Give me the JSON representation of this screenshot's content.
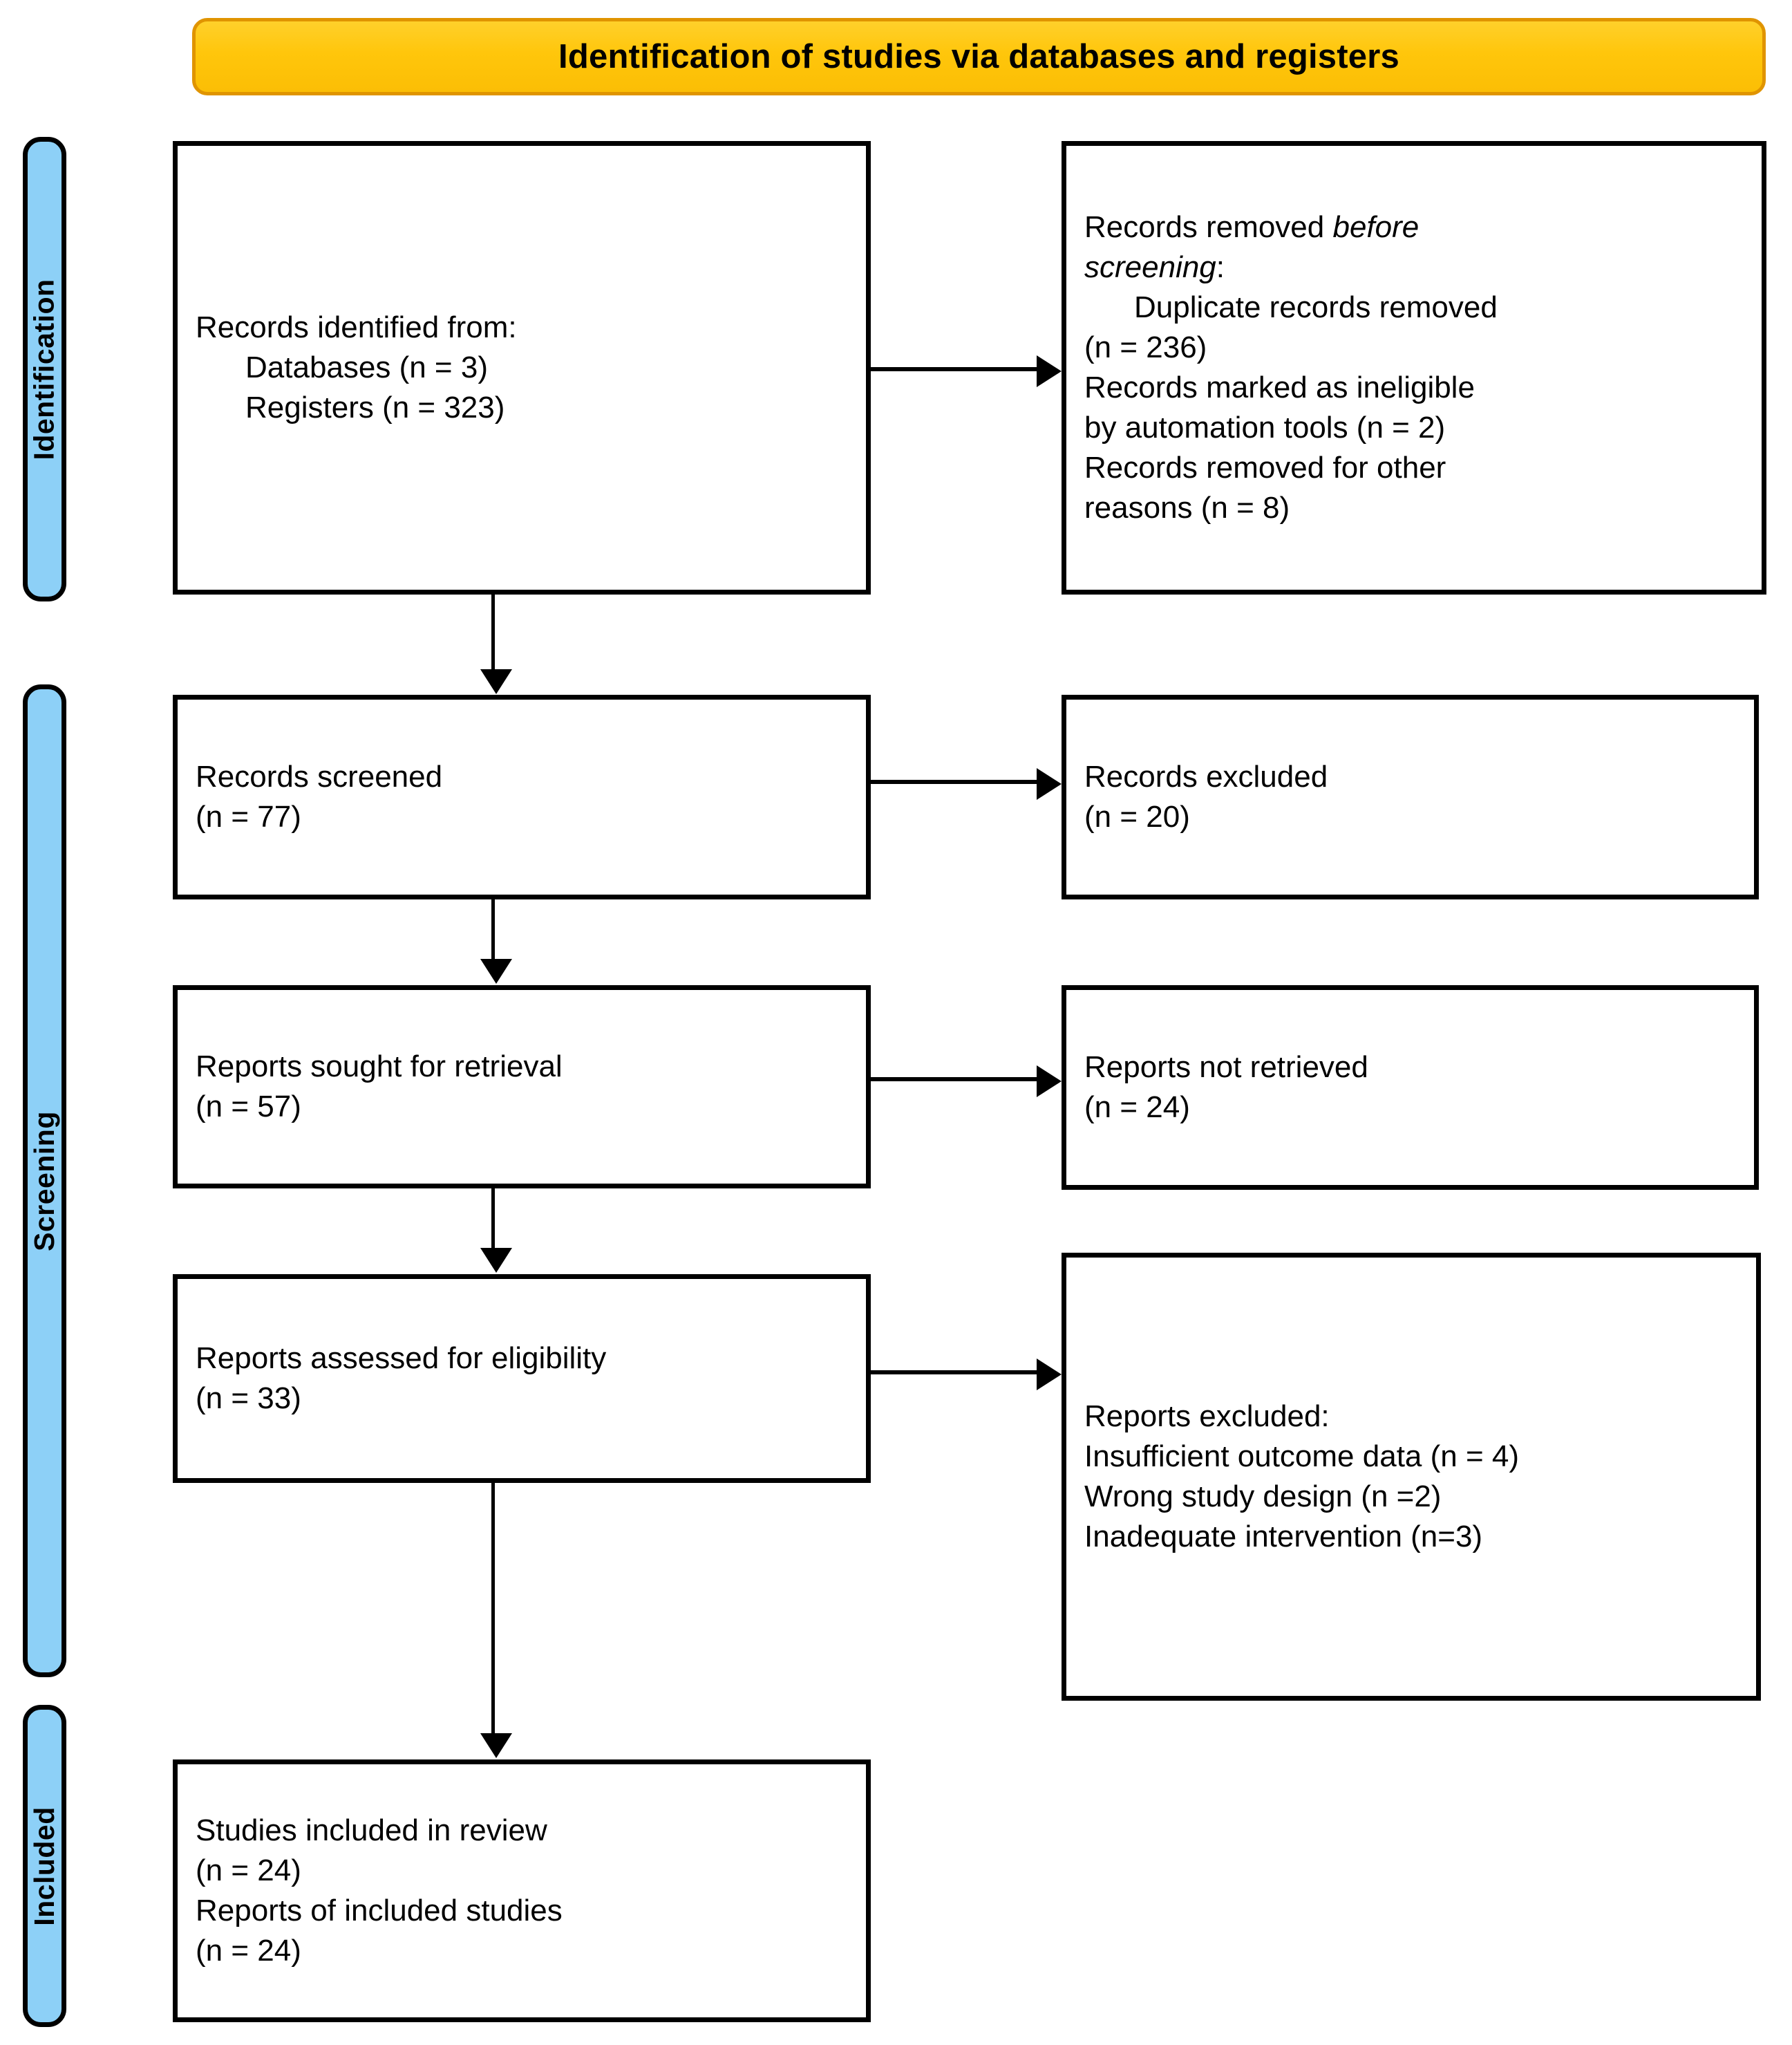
{
  "header": {
    "title": "Identification of studies via databases and registers",
    "fill_color": "#FFC60B",
    "border_color": "#E09400"
  },
  "stages": {
    "fill_color": "#8DD0F7",
    "border_color": "#000000",
    "items": [
      {
        "id": "identification",
        "label": "Identification"
      },
      {
        "id": "screening",
        "label": "Screening"
      },
      {
        "id": "included",
        "label": "Included"
      }
    ]
  },
  "boxes": {
    "identified": {
      "line1": "Records identified from:",
      "line2": "Databases (n = 3)",
      "line3": "Registers (n = 323)"
    },
    "removed_before_screening": {
      "line1_plain": "Records removed ",
      "line1_italic": "before",
      "line2_italic": "screening",
      "line2_plain": ":",
      "line3": "Duplicate records removed",
      "line4": "(n = 236)",
      "line5": "Records marked as ineligible",
      "line6": "by automation tools (n = 2)",
      "line7": "Records removed for other",
      "line8": "reasons (n = 8)"
    },
    "screened": {
      "line1": "Records screened",
      "line2": "(n = 77)"
    },
    "records_excluded": {
      "line1": "Records excluded",
      "line2": "(n = 20)"
    },
    "sought": {
      "line1": "Reports sought for retrieval",
      "line2": "(n = 57)"
    },
    "not_retrieved": {
      "line1": "Reports not retrieved",
      "line2": "(n = 24)"
    },
    "assessed": {
      "line1": "Reports assessed for eligibility",
      "line2": "(n = 33)"
    },
    "reports_excluded": {
      "line1": "Reports excluded:",
      "line2": "Insufficient outcome data (n = 4)",
      "line3": "Wrong study design (n =2)",
      "line4": "Inadequate intervention (n=3)"
    },
    "included": {
      "line1": "Studies included in review",
      "line2": "(n = 24)",
      "line3": "Reports of included studies",
      "line4": "(n = 24)"
    }
  },
  "chart_data": {
    "type": "diagram",
    "title": "Identification of studies via databases and registers",
    "nodes": [
      {
        "stage": "Identification",
        "side": "left",
        "label": "Records identified from: Databases (n = 3); Registers (n = 323)",
        "counts": {
          "databases": 3,
          "registers": 323
        }
      },
      {
        "stage": "Identification",
        "side": "right",
        "label": "Records removed before screening",
        "counts": {
          "duplicate_records_removed": 236,
          "marked_ineligible_by_automation_tools": 2,
          "removed_for_other_reasons": 8
        }
      },
      {
        "stage": "Screening",
        "side": "left",
        "label": "Records screened",
        "counts": {
          "n": 77
        }
      },
      {
        "stage": "Screening",
        "side": "right",
        "label": "Records excluded",
        "counts": {
          "n": 20
        }
      },
      {
        "stage": "Screening",
        "side": "left",
        "label": "Reports sought for retrieval",
        "counts": {
          "n": 57
        }
      },
      {
        "stage": "Screening",
        "side": "right",
        "label": "Reports not retrieved",
        "counts": {
          "n": 24
        }
      },
      {
        "stage": "Screening",
        "side": "left",
        "label": "Reports assessed for eligibility",
        "counts": {
          "n": 33
        }
      },
      {
        "stage": "Screening",
        "side": "right",
        "label": "Reports excluded",
        "counts": {
          "insufficient_outcome_data": 4,
          "wrong_study_design": 2,
          "inadequate_intervention": 3
        }
      },
      {
        "stage": "Included",
        "side": "left",
        "label": "Studies included in review; Reports of included studies",
        "counts": {
          "studies_included_in_review": 24,
          "reports_of_included_studies": 24
        }
      }
    ],
    "edges": [
      {
        "from": "Records identified from",
        "to": "Records removed before screening",
        "direction": "right"
      },
      {
        "from": "Records identified from",
        "to": "Records screened",
        "direction": "down"
      },
      {
        "from": "Records screened",
        "to": "Records excluded",
        "direction": "right"
      },
      {
        "from": "Records screened",
        "to": "Reports sought for retrieval",
        "direction": "down"
      },
      {
        "from": "Reports sought for retrieval",
        "to": "Reports not retrieved",
        "direction": "right"
      },
      {
        "from": "Reports sought for retrieval",
        "to": "Reports assessed for eligibility",
        "direction": "down"
      },
      {
        "from": "Reports assessed for eligibility",
        "to": "Reports excluded",
        "direction": "right"
      },
      {
        "from": "Reports assessed for eligibility",
        "to": "Studies included in review",
        "direction": "down"
      }
    ]
  }
}
